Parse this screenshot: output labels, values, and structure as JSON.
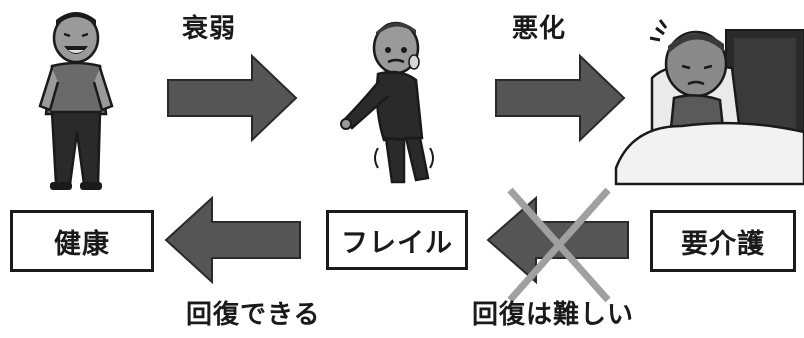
{
  "colors": {
    "arrow_fill": "#555555",
    "arrow_stroke": "#2a2a2a",
    "cross": "#a0a0a0",
    "text": "#1a1a1a"
  },
  "top_labels": {
    "decline": "衰弱",
    "worsen": "悪化"
  },
  "stage_boxes": {
    "health": "健康",
    "frailty": "フレイル",
    "care_needed": "要介護"
  },
  "bottom_labels": {
    "recoverable": "回復できる",
    "hard_to_recover": "回復は難しい"
  },
  "illustrations": {
    "healthy": "healthy-man-illustration",
    "frail": "frail-man-illustration",
    "bedridden": "bedridden-man-illustration"
  }
}
